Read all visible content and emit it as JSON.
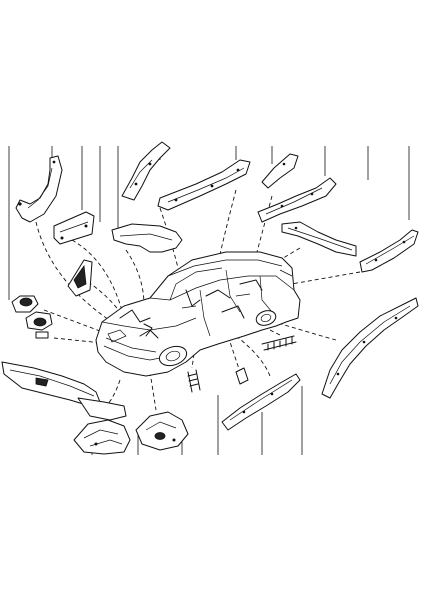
{
  "diagram": {
    "type": "exploded-parts-view",
    "subject": "car-body-parts",
    "background": "#ffffff",
    "line_color": "#111111",
    "leader_count": 16,
    "part_count": 20,
    "labels": []
  }
}
